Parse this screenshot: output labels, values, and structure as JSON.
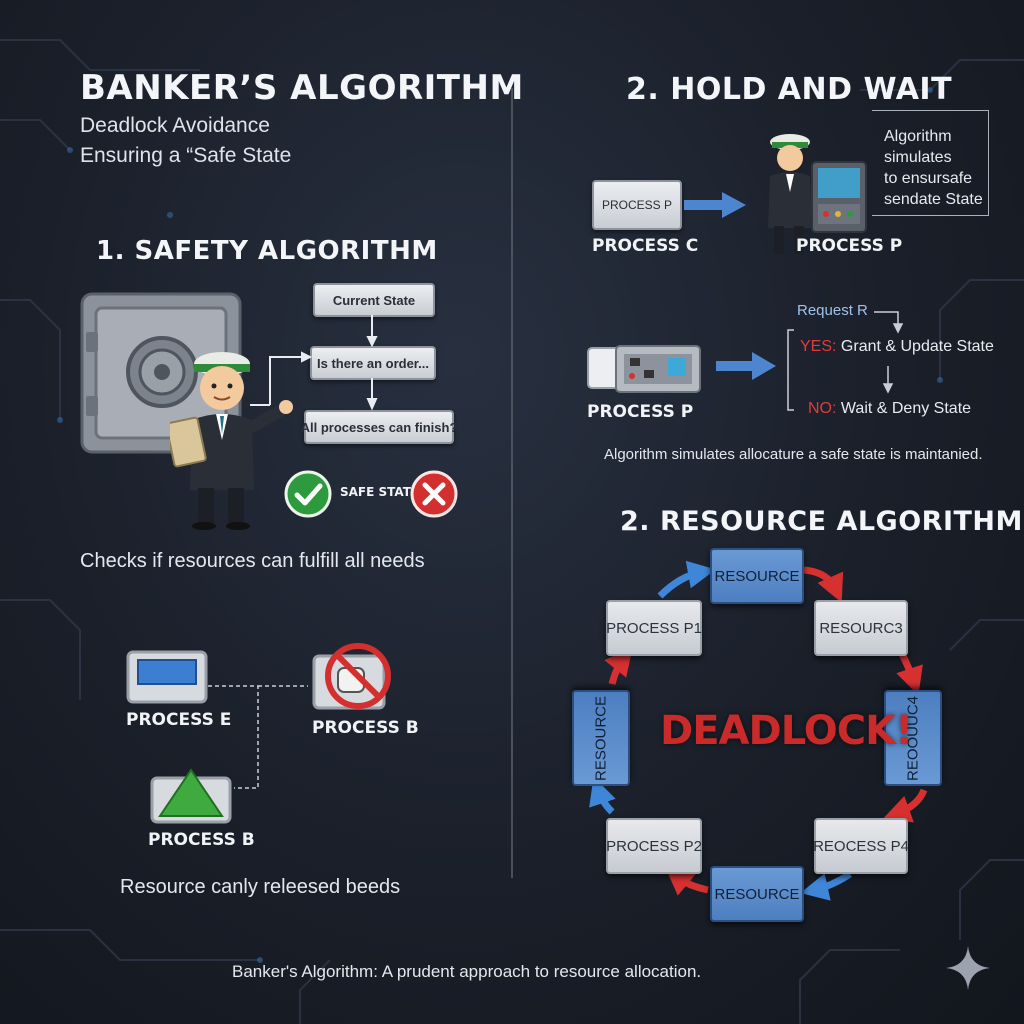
{
  "colors": {
    "accent_blue": "#4d7ec0",
    "arrow_red": "#d63030",
    "deadlock_red": "#c92a2a",
    "check_green": "#2e9a3e",
    "title_white": "#f3f5f8"
  },
  "header": {
    "title": "BANKER’S ALGORITHM",
    "subtitle_1": "Deadlock Avoidance",
    "subtitle_2": "Ensuring a “Safe State"
  },
  "safety": {
    "heading": "1. SAFETY ALGORITHM",
    "flow": [
      "Current State",
      "Is there an order...",
      "All processes can finish?"
    ],
    "safe_state": "SAFE STATE",
    "caption": "Checks if resources can fulfill all needs",
    "icons": [
      "safe-icon",
      "banker-icon",
      "check-icon",
      "cross-icon"
    ]
  },
  "processes": {
    "process_e": "PROCESS E",
    "process_b_top": "PROCESS B",
    "process_b_bottom": "PROCESS B",
    "caption": "Resource canly releesed beeds",
    "icons": [
      "no-hand-icon",
      "triangle-icon"
    ]
  },
  "hold_wait": {
    "heading": "2. HOLD AND WAIT",
    "box_label": "PROCESS P",
    "process_c": "PROCESS C",
    "process_p_1": "PROCESS P",
    "process_p_2": "PROCESS P",
    "note": [
      "Algorithm",
      "simulates",
      "to ensursafe",
      "sendate State"
    ],
    "request": "Request R",
    "yes_key": "YES:",
    "yes_text": "Grant & Update State",
    "no_key": "NO:",
    "no_text": "Wait & Deny State",
    "caption": "Algorithm simulates allocature a safe state is maintanied."
  },
  "resource": {
    "heading": "2. RESOURCE ALGORITHM",
    "center": "DEADLOCK!",
    "nodes": {
      "top": "RESOURCE",
      "p1": "PROCESS P1",
      "r3": "RESOURC3",
      "left": "RESOURCE",
      "right": "REOOUUC4",
      "p2": "PROCESS P2",
      "p4": "REOCESS P4",
      "bottom": "RESOURCE"
    }
  },
  "footer": "Banker's Algorithm: A prudent approach to resource allocation."
}
